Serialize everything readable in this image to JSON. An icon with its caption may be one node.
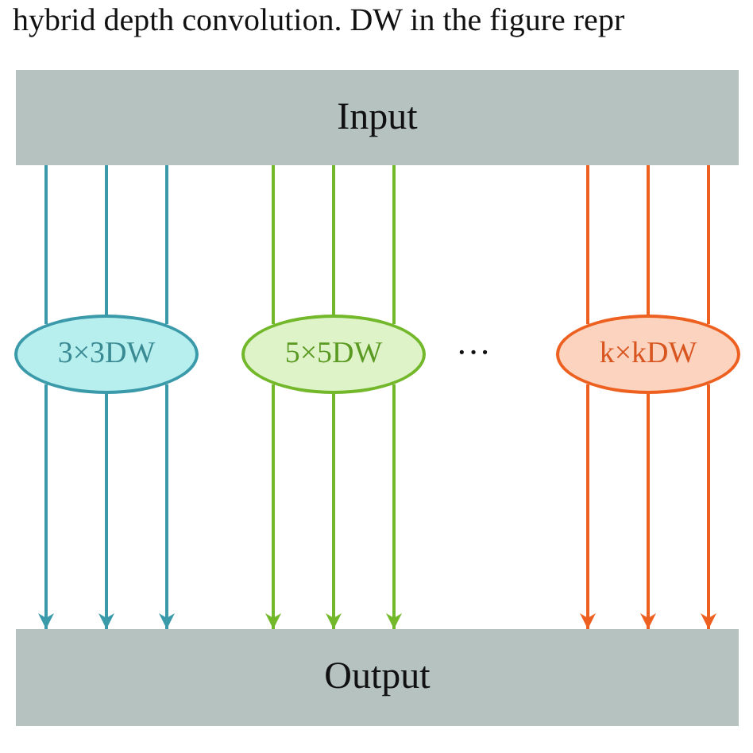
{
  "diagram": {
    "nodes": [
      {
        "text": [
          "Input"
        ]
      },
      {
        "text": [
          "3×3DW"
        ]
      },
      {
        "text": [
          "5×5DW"
        ]
      },
      {
        "text": [
          "k×kDW"
        ]
      },
      {
        "text": [
          "Output"
        ]
      }
    ],
    "edges": [
      {
        "from": 0,
        "to": 1,
        "arrow": "none",
        "color": "#3a9aaa"
      },
      {
        "from": 0,
        "to": 1,
        "arrow": "none",
        "color": "#3a9aaa"
      },
      {
        "from": 0,
        "to": 1,
        "arrow": "none",
        "color": "#3a9aaa"
      },
      {
        "from": 1,
        "to": 4,
        "arrow": "to",
        "color": "#3a9aaa"
      },
      {
        "from": 1,
        "to": 4,
        "arrow": "to",
        "color": "#3a9aaa"
      },
      {
        "from": 1,
        "to": 4,
        "arrow": "to",
        "color": "#3a9aaa"
      },
      {
        "from": 0,
        "to": 2,
        "arrow": "none",
        "color": "#72b82a"
      },
      {
        "from": 0,
        "to": 2,
        "arrow": "none",
        "color": "#72b82a"
      },
      {
        "from": 0,
        "to": 2,
        "arrow": "none",
        "color": "#72b82a"
      },
      {
        "from": 2,
        "to": 4,
        "arrow": "to",
        "color": "#72b82a"
      },
      {
        "from": 2,
        "to": 4,
        "arrow": "to",
        "color": "#72b82a"
      },
      {
        "from": 2,
        "to": 4,
        "arrow": "to",
        "color": "#72b82a"
      },
      {
        "from": 0,
        "to": 3,
        "arrow": "none",
        "color": "#ee6020"
      },
      {
        "from": 0,
        "to": 3,
        "arrow": "none",
        "color": "#ee6020"
      },
      {
        "from": 0,
        "to": 3,
        "arrow": "none",
        "color": "#ee6020"
      },
      {
        "from": 3,
        "to": 4,
        "arrow": "to",
        "color": "#ee6020"
      },
      {
        "from": 3,
        "to": 4,
        "arrow": "to",
        "color": "#ee6020"
      },
      {
        "from": 3,
        "to": 4,
        "arrow": "to",
        "color": "#ee6020"
      }
    ],
    "labels": [
      "hybrid depth convolution. DW in the figure repr",
      "···"
    ]
  }
}
